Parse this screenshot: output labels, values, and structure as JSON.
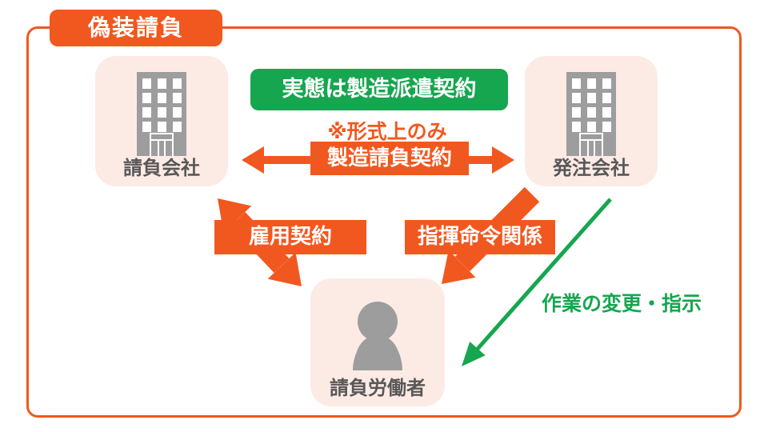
{
  "title": "偽装請負",
  "reality_badge": "実態は製造派遣契約",
  "note": "※形式上のみ",
  "nodes": {
    "contractor": {
      "label": "請負会社"
    },
    "client": {
      "label": "発注会社"
    },
    "worker": {
      "label": "請負労働者"
    }
  },
  "arrows": {
    "contract": {
      "label": "製造請負契約"
    },
    "employment": {
      "label": "雇用契約"
    },
    "command": {
      "label": "指揮命令関係"
    },
    "instruction": {
      "label": "作業の変更・指示"
    }
  },
  "colors": {
    "accent_orange": "#f1581f",
    "green": "#17a650",
    "card_pink": "#fcebe4",
    "icon_gray": "#9d9d9d",
    "label_gray": "#595757"
  }
}
